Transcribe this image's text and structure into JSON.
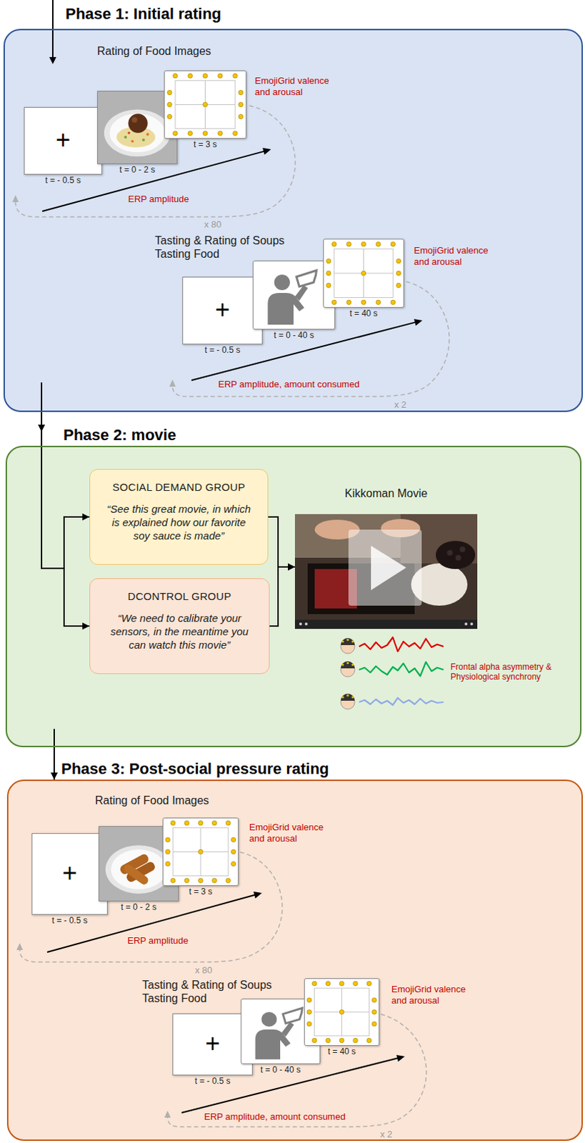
{
  "diagram": {
    "nodes": [
      {
        "text": [
          "Phase 1: Initial rating",
          "Rating of Food Images",
          "Tasting & Rating of Soups",
          "Tasting Food"
        ]
      },
      {
        "text": [
          "+",
          "t = - 0.5 s"
        ],
        "in": 0
      },
      {
        "text": [
          "t = 0 - 2 s"
        ],
        "in": 0
      },
      {
        "text": [
          "t = 3 s"
        ],
        "in": 0
      },
      {
        "text": [
          "+",
          "t = - 0.5 s"
        ],
        "in": 0
      },
      {
        "text": [
          "t = 0 - 40 s"
        ],
        "in": 0
      },
      {
        "text": [
          "t = 40 s"
        ],
        "in": 0
      },
      {
        "text": [
          "Phase 2: movie"
        ]
      },
      {
        "text": [
          "SOCIAL DEMAND GROUP",
          "“See this great movie, in which is explained how our favorite soy sauce is made”"
        ],
        "in": 7
      },
      {
        "text": [
          "DCONTROL GROUP",
          "“We need to calibrate your sensors, in the meantime you can watch this movie”"
        ],
        "in": 7
      },
      {
        "text": [
          "Kikkoman Movie"
        ],
        "in": 7
      },
      {
        "text": [
          "Phase 3: Post-social pressure rating",
          "Rating of Food Images",
          "Tasting & Rating of Soups",
          "Tasting Food"
        ]
      },
      {
        "text": [
          "+",
          "t = - 0.5 s"
        ],
        "in": 11
      },
      {
        "text": [
          "t = 0 - 2 s"
        ],
        "in": 11
      },
      {
        "text": [
          "t = 3 s"
        ],
        "in": 11
      },
      {
        "text": [
          "+",
          "t = - 0.5 s"
        ],
        "in": 11
      },
      {
        "text": [
          "t = 0 - 40 s"
        ],
        "in": 11
      },
      {
        "text": [
          "t = 40 s"
        ],
        "in": 11
      }
    ],
    "edges": [
      {
        "from": 0,
        "to": 8,
        "arrow": "to"
      },
      {
        "from": 0,
        "to": 9,
        "arrow": "to"
      },
      {
        "from": 8,
        "to": 10,
        "arrow": "to"
      },
      {
        "from": 9,
        "to": 10,
        "arrow": "to"
      },
      {
        "from": 7,
        "to": 11,
        "arrow": "to"
      }
    ],
    "labels": [
      "EmojiGrid valence and arousal",
      "ERP amplitude",
      "x 80",
      "EmojiGrid valence and arousal",
      "ERP amplitude, amount consumed",
      "x 2",
      "Frontal alpha asymmetry & Physiological synchrony",
      "EmojiGrid valence and arousal",
      "ERP amplitude",
      "x 80",
      "EmojiGrid valence and arousal",
      "ERP amplitude, amount consumed",
      "x 2"
    ]
  }
}
